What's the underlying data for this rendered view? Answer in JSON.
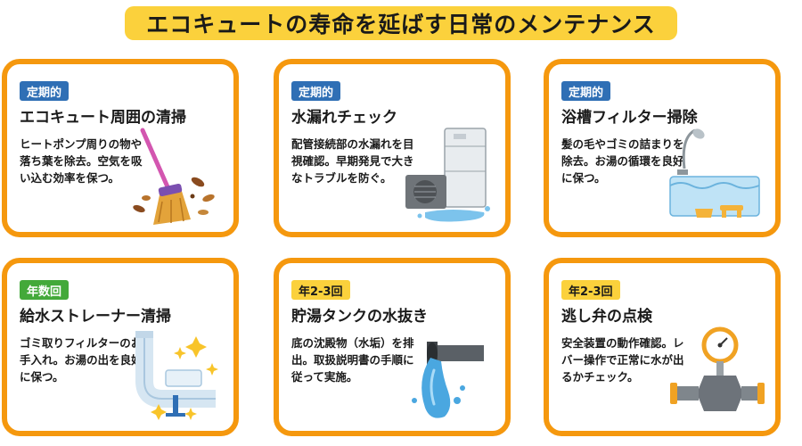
{
  "title": "エコキュートの寿命を延ばす日常のメンテナンス",
  "cards": [
    {
      "badge": "定期的",
      "title": "エコキュート周囲の清掃",
      "desc": "ヒートポンプ周りの物や落ち葉を除去。空気を吸い込む効率を保つ。",
      "illustration": "broom-icon"
    },
    {
      "badge": "定期的",
      "title": "水漏れチェック",
      "desc": "配管接続部の水漏れを目視確認。早期発見で大きなトラブルを防ぐ。",
      "illustration": "water-heater-leak-icon"
    },
    {
      "badge": "定期的",
      "title": "浴槽フィルター掃除",
      "desc": "髪の毛やゴミの詰まりを除去。お湯の循環を良好に保つ。",
      "illustration": "bathtub-icon"
    },
    {
      "badge": "年数回",
      "title": "給水ストレーナー清掃",
      "desc": "ゴミ取りフィルターのお手入れ。お湯の出を良好に保つ。",
      "illustration": "pipe-strainer-icon"
    },
    {
      "badge": "年2-3回",
      "title": "貯湯タンクの水抜き",
      "desc": "底の沈殿物（水垢）を排出。取扱説明書の手順に従って実施。",
      "illustration": "water-drain-pipe-icon"
    },
    {
      "badge": "年2-3回",
      "title": "逃し弁の点検",
      "desc": "安全装置の動作確認。レバー操作で正常に水が出るかチェック。",
      "illustration": "relief-valve-gauge-icon"
    }
  ],
  "colors": {
    "border": "#f5980e",
    "title_bg": "#fbd13c",
    "badge_blue": "#2f6fb5",
    "badge_green": "#43a93a",
    "badge_yellow": "#fbd13c"
  }
}
